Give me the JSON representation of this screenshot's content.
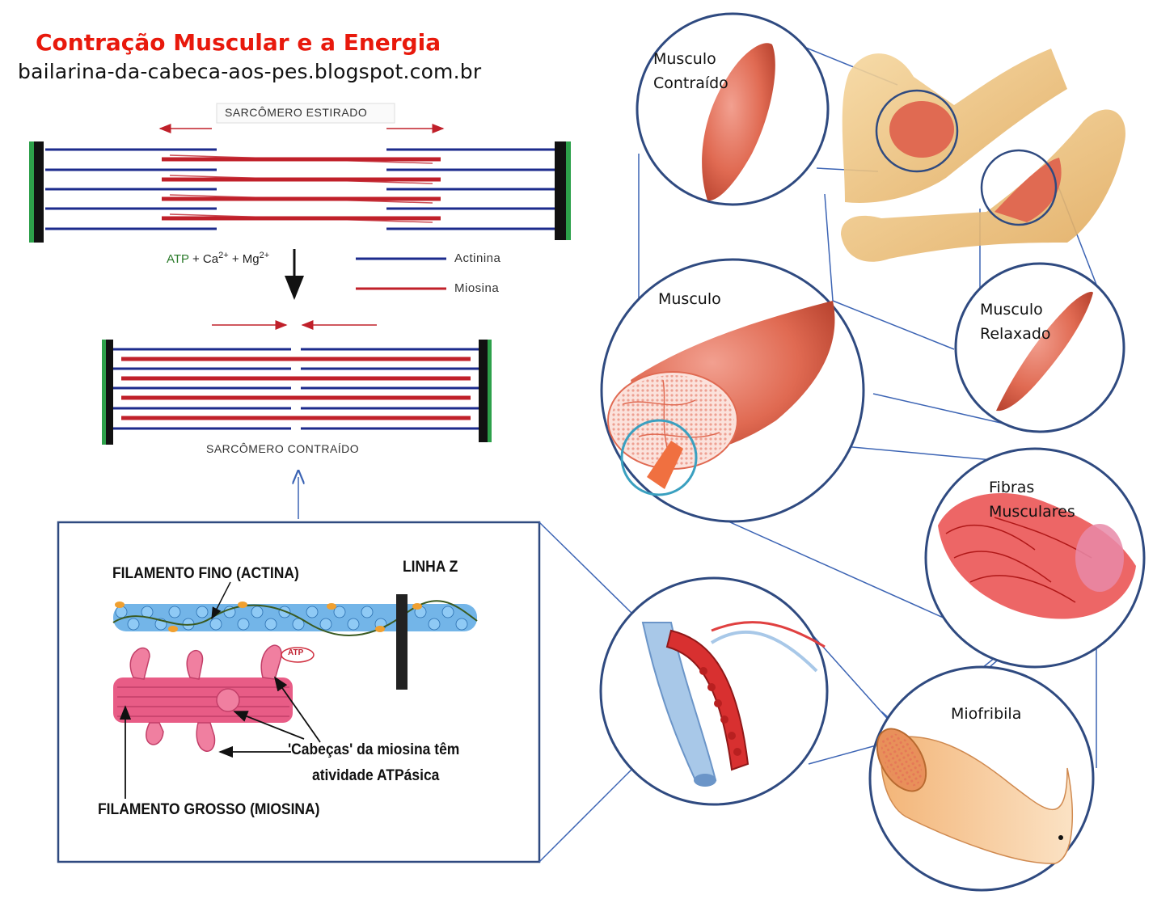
{
  "header": {
    "title": "Contração Muscular e a Energia",
    "subtitle": "bailarina-da-cabeca-aos-pes.blogspot.com.br"
  },
  "sarcomere": {
    "stretched_label": "SARCÔMERO ESTIRADO",
    "contracted_label": "SARCÔMERO CONTRAÍDO",
    "reaction": {
      "atp": "ATP",
      "plus1": "+",
      "ca": "Ca",
      "ca_sup": "2+",
      "plus2": "+",
      "mg": "Mg",
      "mg_sup": "2+"
    },
    "legend": [
      {
        "label": "Actinina",
        "color": "#1c2b8c"
      },
      {
        "label": "Miosina",
        "color": "#c0202a"
      }
    ]
  },
  "filament_box": {
    "thin_label": "FILAMENTO FINO (ACTINA)",
    "z_line_label": "LINHA Z",
    "atp_tag": "ATP",
    "heads_line1": "'Cabeças' da miosina têm",
    "heads_line2": "atividade ATPásica",
    "thick_label": "FILAMENTO GROSSO (MIOSINA)"
  },
  "circles": {
    "contracted": [
      "Musculo",
      "Contraído"
    ],
    "muscle": "Musculo",
    "relaxed": [
      "Musculo",
      "Relaxado"
    ],
    "fibers": [
      "Fibras",
      "Musculares"
    ],
    "myofibril": "Miofribila"
  },
  "colors": {
    "title": "#e8190c",
    "actin": "#1c2b8c",
    "myosin": "#c0202a",
    "circle_border": "#2f4a80",
    "connector": "#3c64b4",
    "muscle": "#e0705a",
    "bone": "#e8b86a"
  }
}
